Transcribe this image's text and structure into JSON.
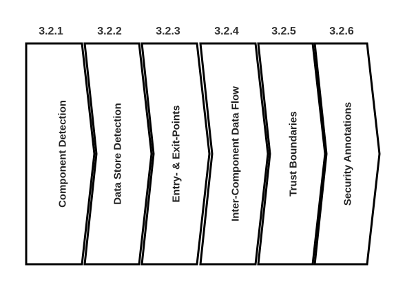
{
  "steps": [
    {
      "number": "3.2.1",
      "title": "Component Detection"
    },
    {
      "number": "3.2.2",
      "title": "Data Store Detection"
    },
    {
      "number": "3.2.3",
      "title": "Entry- & Exit-Points"
    },
    {
      "number": "3.2.4",
      "title": "Inter-Component Data Flow"
    },
    {
      "number": "3.2.5",
      "title": "Trust Boundaries"
    },
    {
      "number": "3.2.6",
      "title": "Security Annotations"
    }
  ]
}
